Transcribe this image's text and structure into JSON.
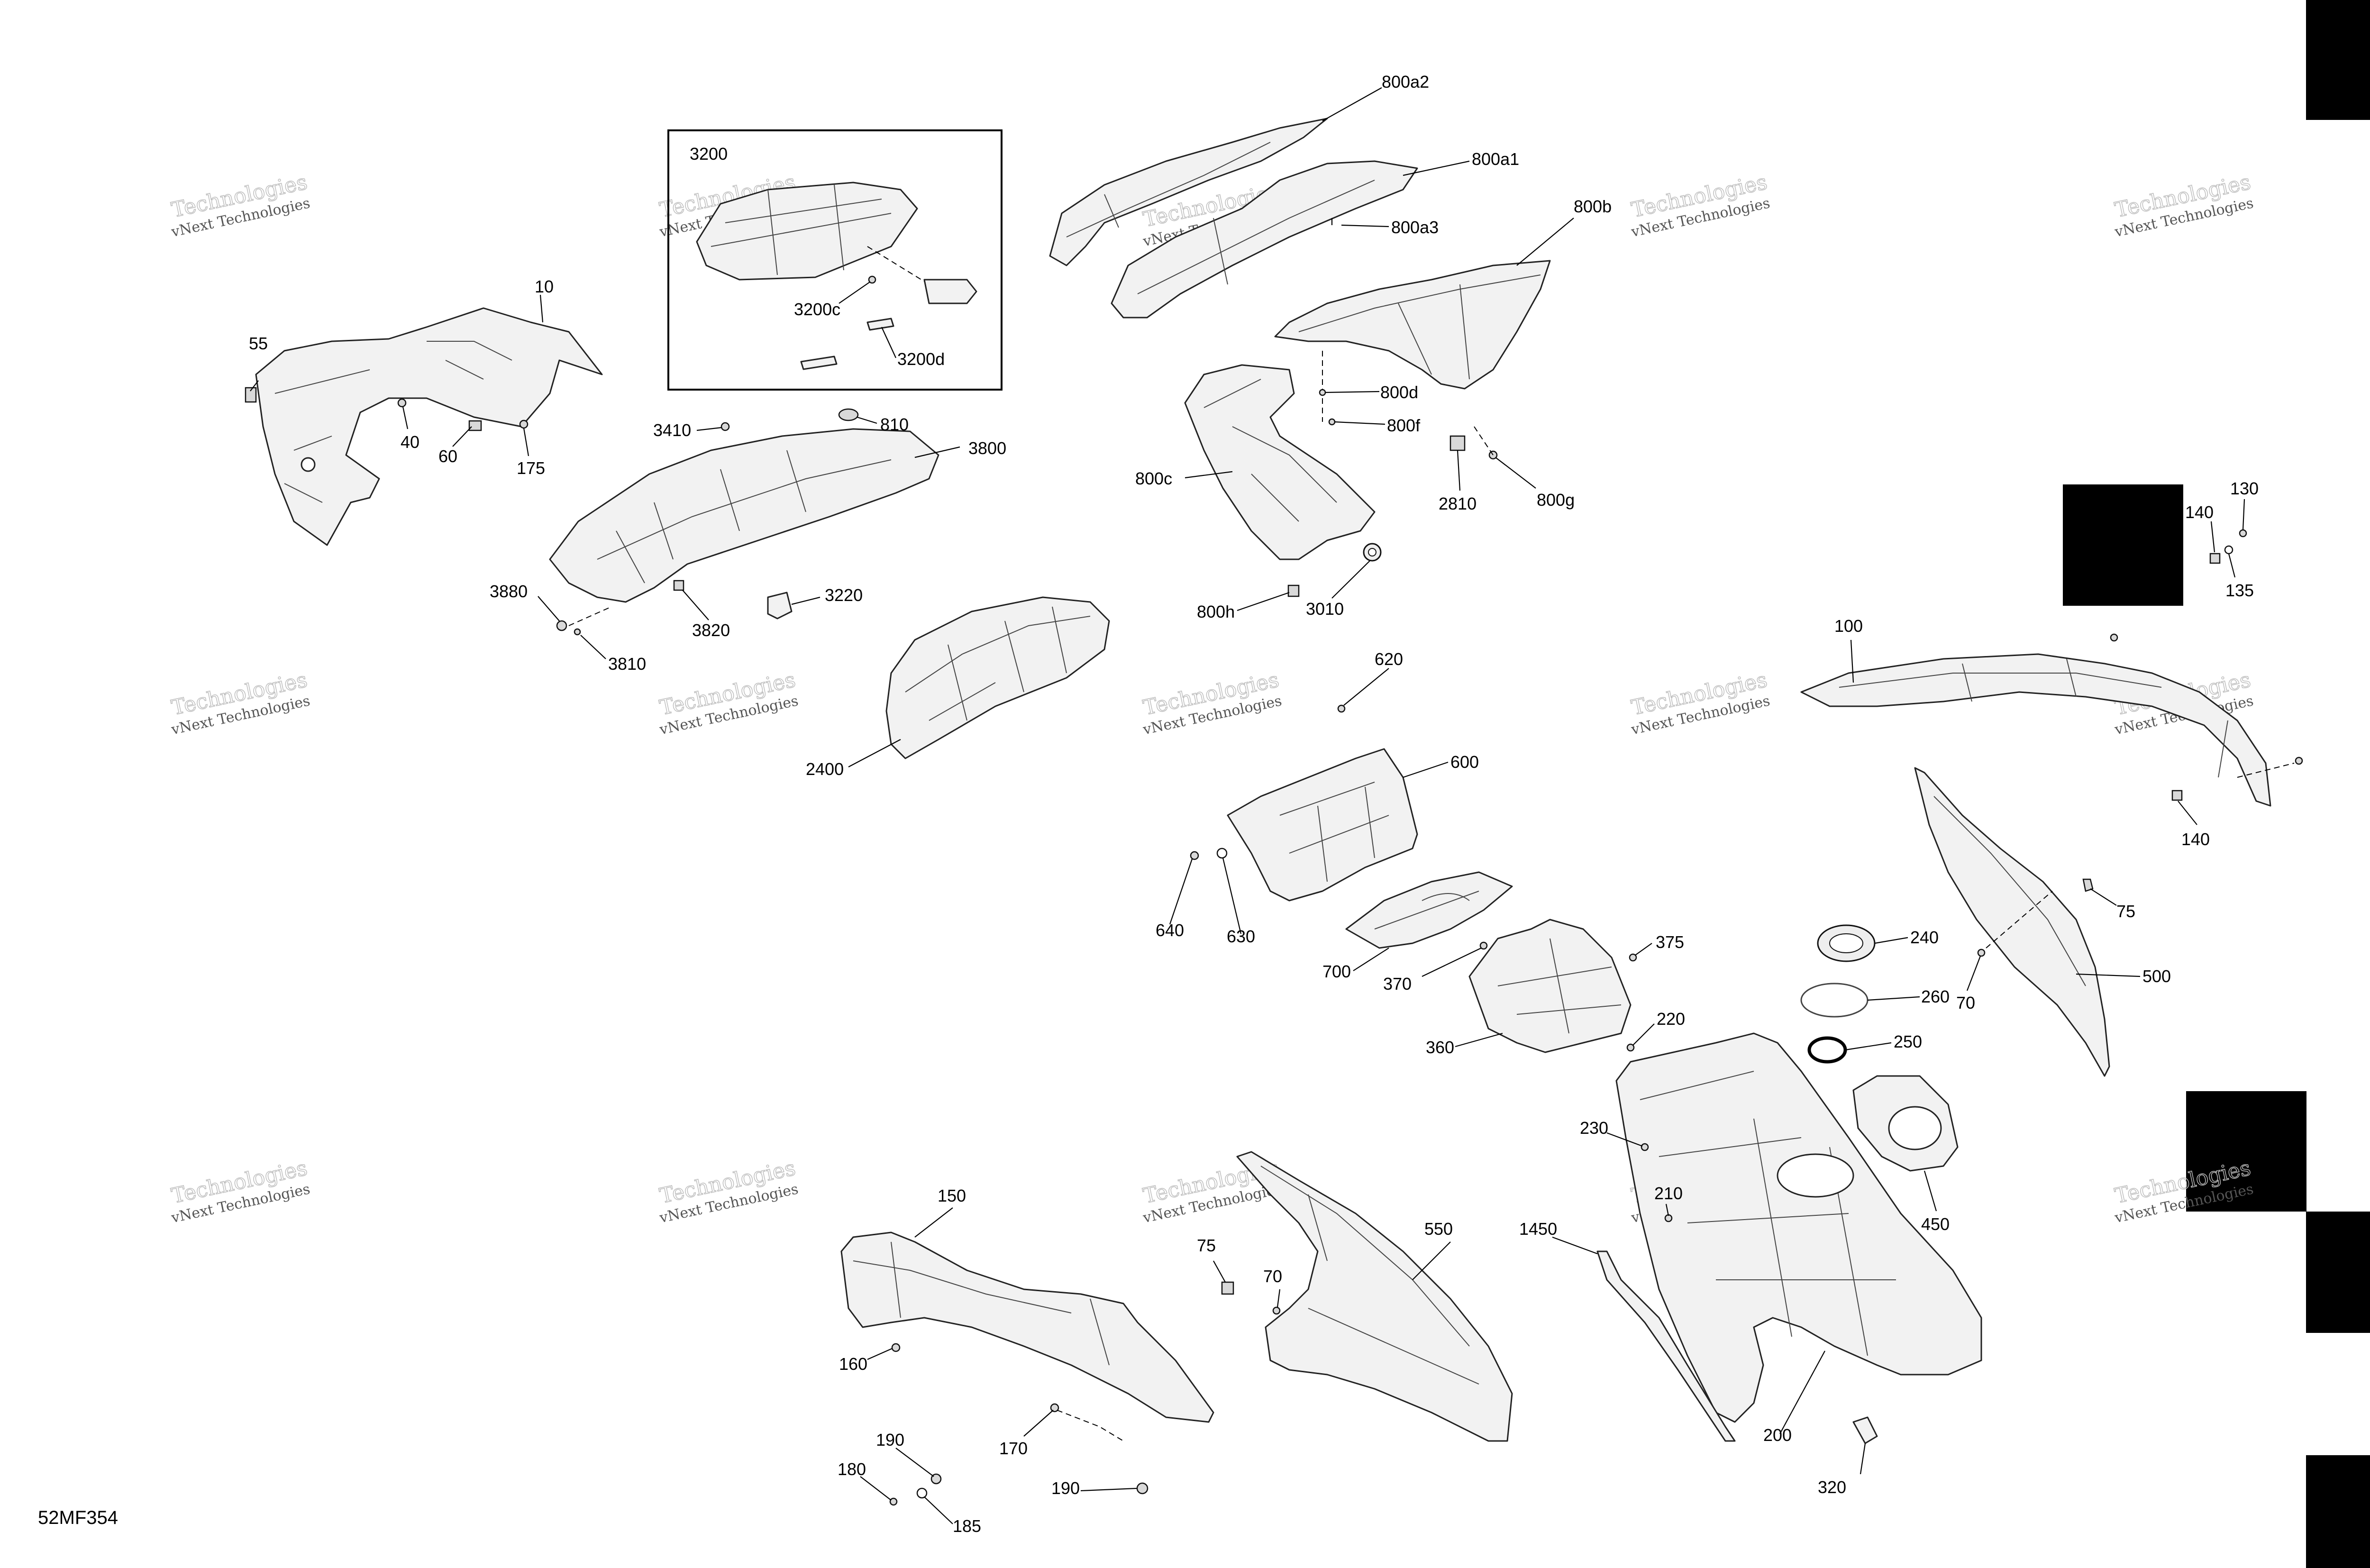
{
  "doc_code": "52MF354",
  "watermark": {
    "line1": "vNext Technologies",
    "line2": "Technologies"
  },
  "inset_label": "3200",
  "callouts": [
    {
      "id": "c-800a2",
      "text": "800a2"
    },
    {
      "id": "c-800a1",
      "text": "800a1"
    },
    {
      "id": "c-800a3",
      "text": "800a3"
    },
    {
      "id": "c-800b",
      "text": "800b"
    },
    {
      "id": "c-800d",
      "text": "800d"
    },
    {
      "id": "c-800f",
      "text": "800f"
    },
    {
      "id": "c-800c",
      "text": "800c"
    },
    {
      "id": "c-800g",
      "text": "800g"
    },
    {
      "id": "c-2810",
      "text": "2810"
    },
    {
      "id": "c-800h",
      "text": "800h"
    },
    {
      "id": "c-3010",
      "text": "3010"
    },
    {
      "id": "c-3200c",
      "text": "3200c"
    },
    {
      "id": "c-3200d",
      "text": "3200d"
    },
    {
      "id": "c-10",
      "text": "10"
    },
    {
      "id": "c-55",
      "text": "55"
    },
    {
      "id": "c-40",
      "text": "40"
    },
    {
      "id": "c-60",
      "text": "60"
    },
    {
      "id": "c-175",
      "text": "175"
    },
    {
      "id": "c-3410",
      "text": "3410"
    },
    {
      "id": "c-810",
      "text": "810"
    },
    {
      "id": "c-3800",
      "text": "3800"
    },
    {
      "id": "c-3880",
      "text": "3880"
    },
    {
      "id": "c-3820",
      "text": "3820"
    },
    {
      "id": "c-3220",
      "text": "3220"
    },
    {
      "id": "c-3810",
      "text": "3810"
    },
    {
      "id": "c-2400",
      "text": "2400"
    },
    {
      "id": "c-620",
      "text": "620"
    },
    {
      "id": "c-600",
      "text": "600"
    },
    {
      "id": "c-640",
      "text": "640"
    },
    {
      "id": "c-630",
      "text": "630"
    },
    {
      "id": "c-700",
      "text": "700"
    },
    {
      "id": "c-370",
      "text": "370"
    },
    {
      "id": "c-375",
      "text": "375"
    },
    {
      "id": "c-360",
      "text": "360"
    },
    {
      "id": "c-220",
      "text": "220"
    },
    {
      "id": "c-230",
      "text": "230"
    },
    {
      "id": "c-210",
      "text": "210"
    },
    {
      "id": "c-200",
      "text": "200"
    },
    {
      "id": "c-1450",
      "text": "1450"
    },
    {
      "id": "c-320",
      "text": "320"
    },
    {
      "id": "c-240",
      "text": "240"
    },
    {
      "id": "c-260",
      "text": "260"
    },
    {
      "id": "c-250",
      "text": "250"
    },
    {
      "id": "c-450",
      "text": "450"
    },
    {
      "id": "c-100",
      "text": "100"
    },
    {
      "id": "c-140a",
      "text": "140"
    },
    {
      "id": "c-130",
      "text": "130"
    },
    {
      "id": "c-135",
      "text": "135"
    },
    {
      "id": "c-140b",
      "text": "140"
    },
    {
      "id": "c-75a",
      "text": "75"
    },
    {
      "id": "c-70a",
      "text": "70"
    },
    {
      "id": "c-500",
      "text": "500"
    },
    {
      "id": "c-150",
      "text": "150"
    },
    {
      "id": "c-160",
      "text": "160"
    },
    {
      "id": "c-170",
      "text": "170"
    },
    {
      "id": "c-190a",
      "text": "190"
    },
    {
      "id": "c-180",
      "text": "180"
    },
    {
      "id": "c-185",
      "text": "185"
    },
    {
      "id": "c-190b",
      "text": "190"
    },
    {
      "id": "c-75b",
      "text": "75"
    },
    {
      "id": "c-70b",
      "text": "70"
    },
    {
      "id": "c-550",
      "text": "550"
    }
  ]
}
